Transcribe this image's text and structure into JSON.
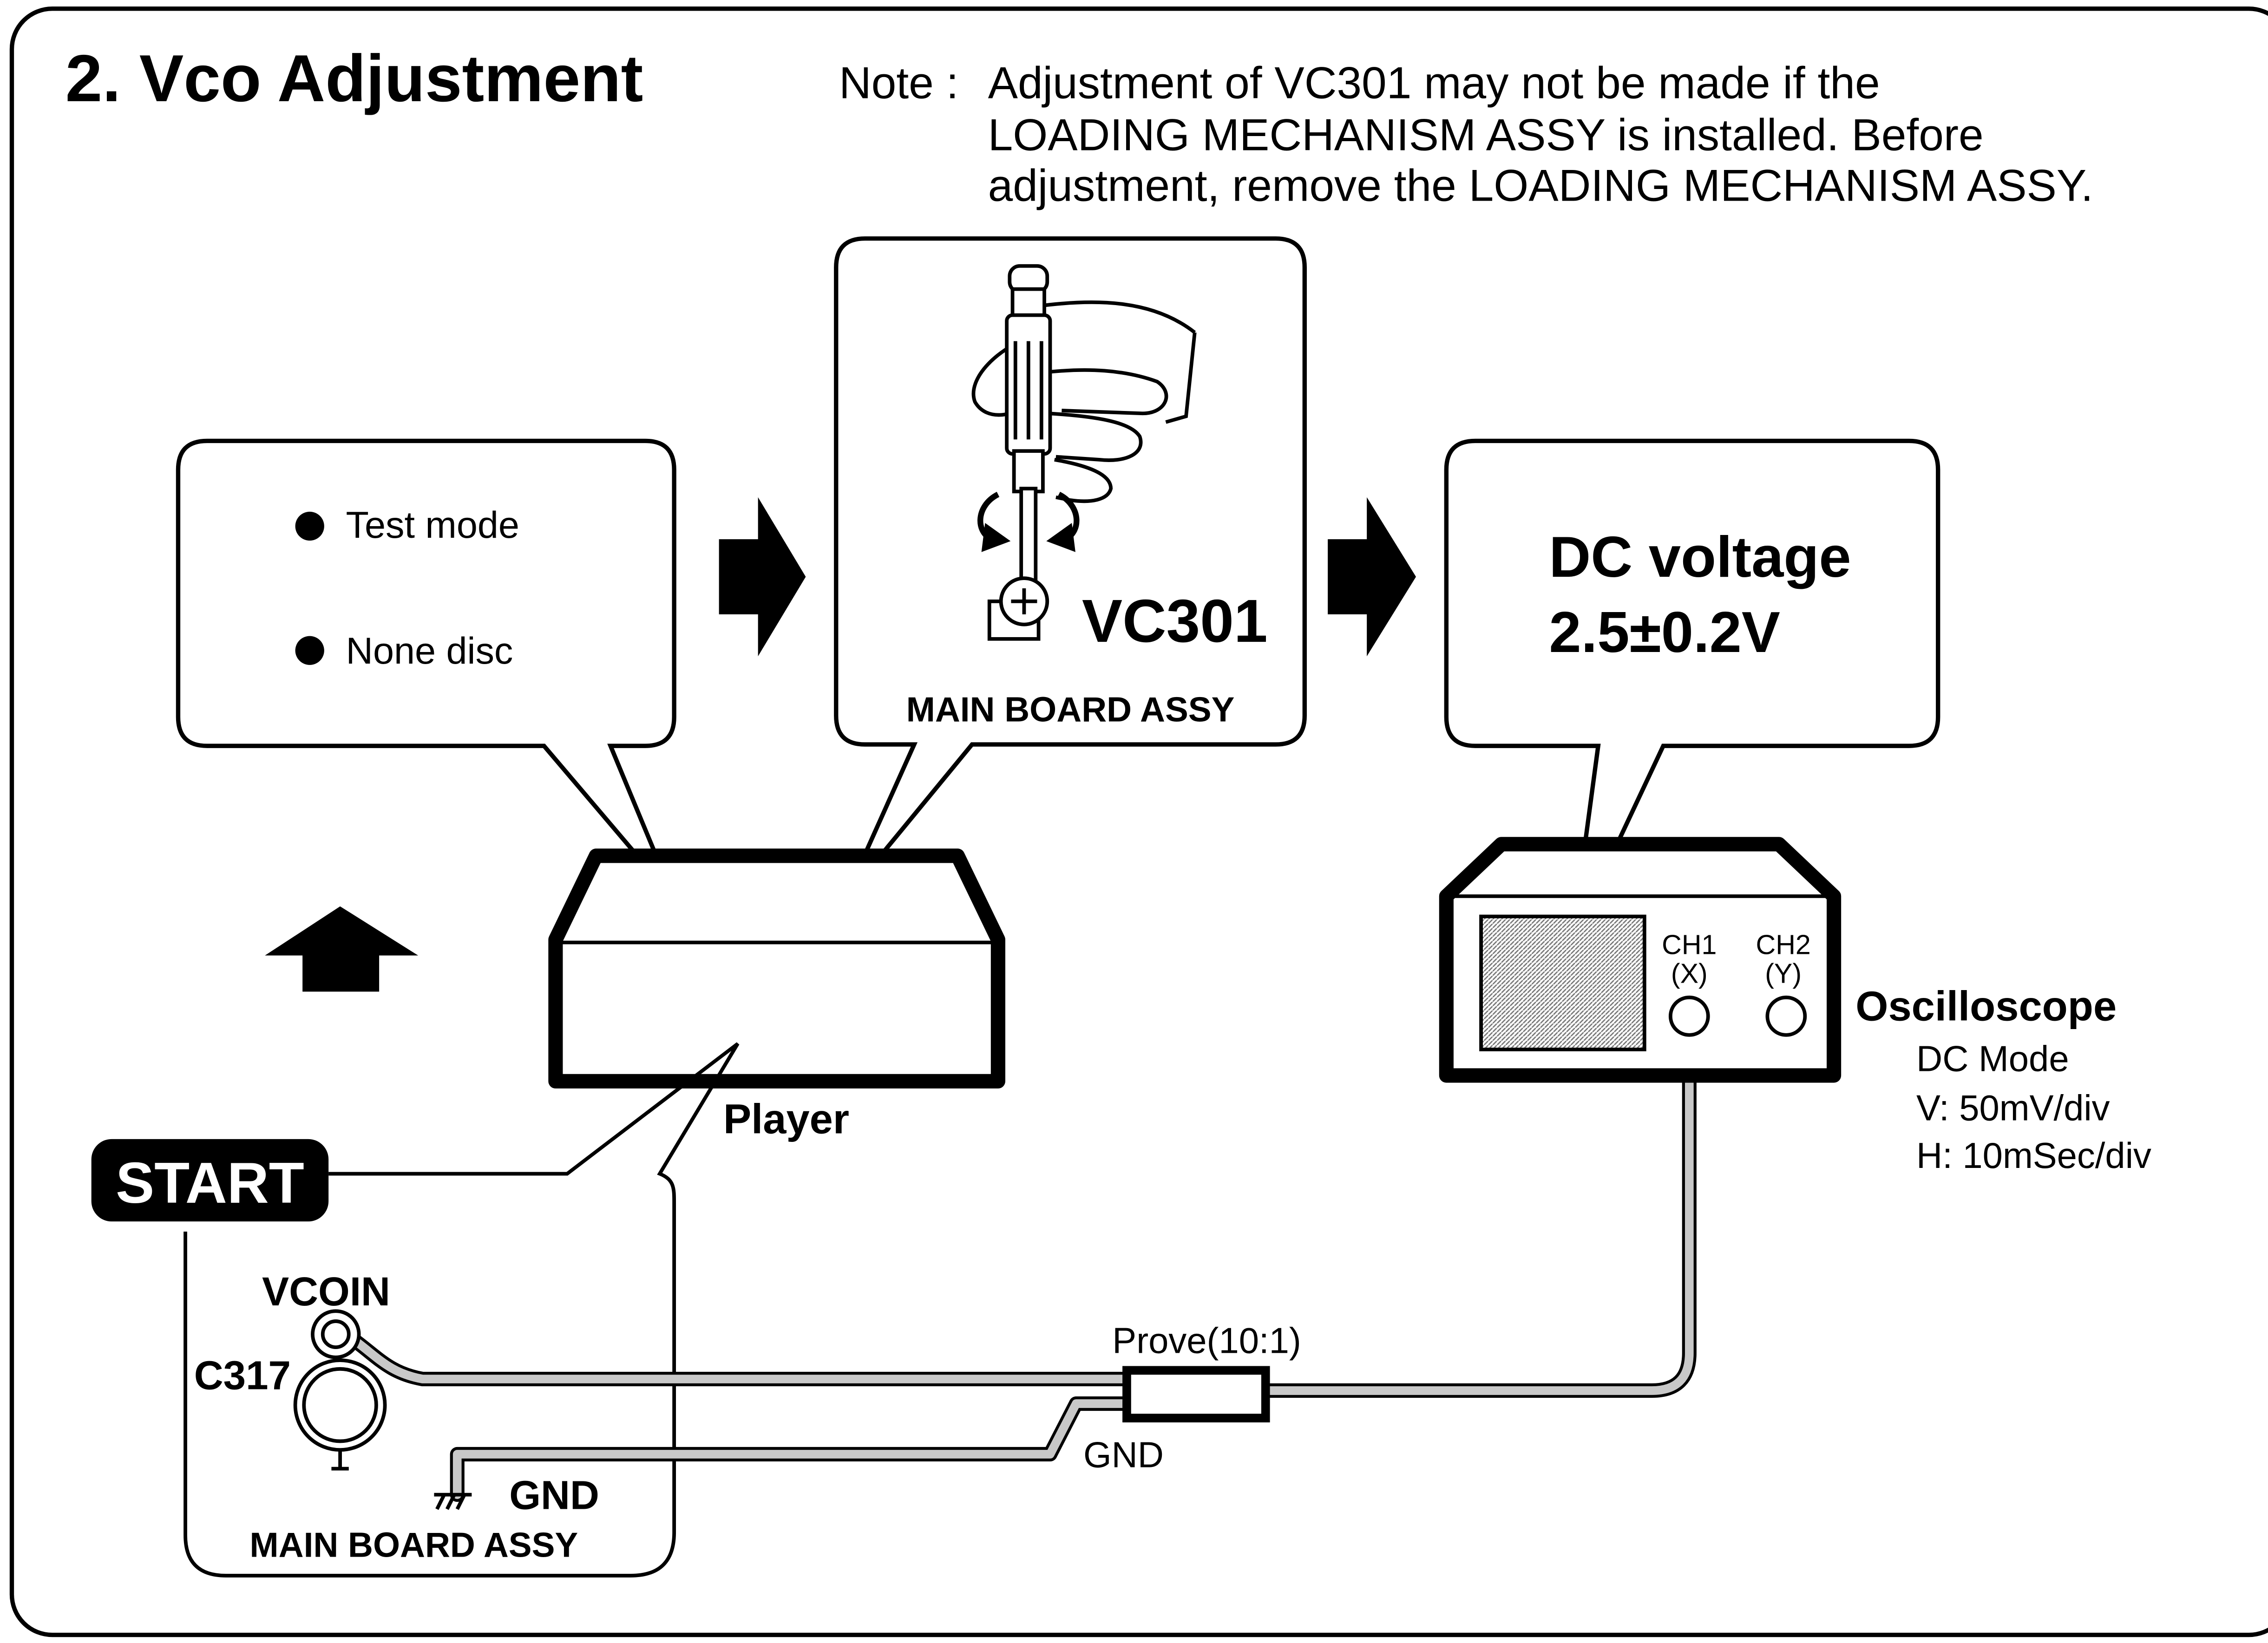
{
  "title": "2. Vco Adjustment",
  "note": {
    "prefix": "Note :",
    "lines": [
      "Adjustment of VC301 may not be made if the",
      "LOADING MECHANISM ASSY is installed. Before",
      "adjustment, remove the LOADING MECHANISM ASSY."
    ]
  },
  "mode_box": {
    "items": [
      "Test mode",
      "None disc"
    ]
  },
  "adjust_box": {
    "component": "VC301",
    "board": "MAIN BOARD ASSY"
  },
  "result_box": {
    "line1": "DC voltage",
    "line2": "2.5±0.2V"
  },
  "player": {
    "label": "Player"
  },
  "start": {
    "label": "START"
  },
  "board_detail": {
    "test_point": "VCOIN",
    "capacitor": "C317",
    "ground": "GND",
    "board": "MAIN BOARD ASSY"
  },
  "probe": {
    "label": "Prove(10:1)",
    "ground": "GND"
  },
  "oscilloscope": {
    "ch1": "CH1",
    "ch1_axis": "(X)",
    "ch2": "CH2",
    "ch2_axis": "(Y)",
    "name": "Oscilloscope",
    "settings": [
      "DC Mode",
      "V: 50mV/div",
      "H: 10mSec/div"
    ]
  },
  "colors": {
    "ink": "#000000",
    "cable": "#c8c8c8",
    "screen": "#a9a9a9",
    "paper": "#ffffff"
  }
}
